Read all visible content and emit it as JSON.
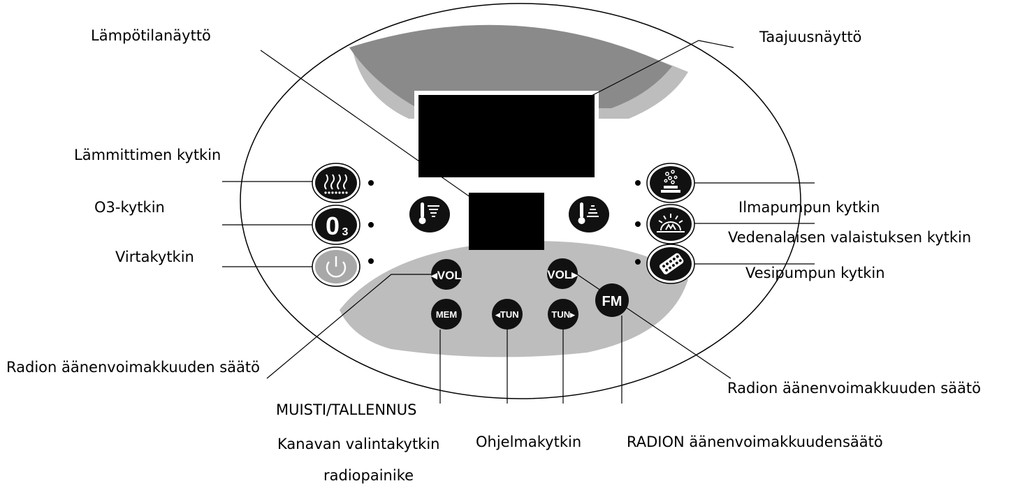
{
  "labels": {
    "temp_display": "Lämpötilanäyttö",
    "freq_display": "Taajuusnäyttö",
    "heater_switch": "Lämmittimen kytkin",
    "o3_switch": "O3-kytkin",
    "power_switch": "Virtakytkin",
    "air_pump_switch": "Ilmapumpun kytkin",
    "underwater_light_switch": "Vedenalaisen valaistuksen kytkin",
    "water_pump_switch": "Vesipumpun kytkin",
    "radio_volume_left": "Radion äänenvoimakkuuden säätö",
    "radio_volume_right": "Radion äänenvoimakkuuden säätö",
    "memory_save": "MUISTI/TALLENNUS",
    "channel_select": "Kanavan valintakytkin",
    "radio_button": "radiopainike",
    "program_switch": "Ohjelmakytkin",
    "radio_volume_fm": "RADION äänenvoimakkuudensäätö"
  },
  "buttons": {
    "o3_main": "0",
    "o3_sub": "3",
    "vol_left": "◂VOL",
    "vol_right": "VOL▸",
    "mem": "MEM",
    "tun_left": "◂TUN",
    "tun_right": "TUN▸",
    "fm": "FM"
  },
  "icons": {
    "heater": "heat-waves-icon",
    "o3": "ozone-icon",
    "power": "power-icon",
    "temp_down": "thermometer-down-icon",
    "temp_up": "thermometer-up-icon",
    "air_pump": "air-bubbles-icon",
    "light": "sunrise-light-icon",
    "water_pump": "jet-nozzle-icon"
  },
  "colors": {
    "dark_band": "#8a8a8a",
    "light_band": "#bdbdbd",
    "button": "#111111",
    "power_button": "#a8a8a8"
  }
}
